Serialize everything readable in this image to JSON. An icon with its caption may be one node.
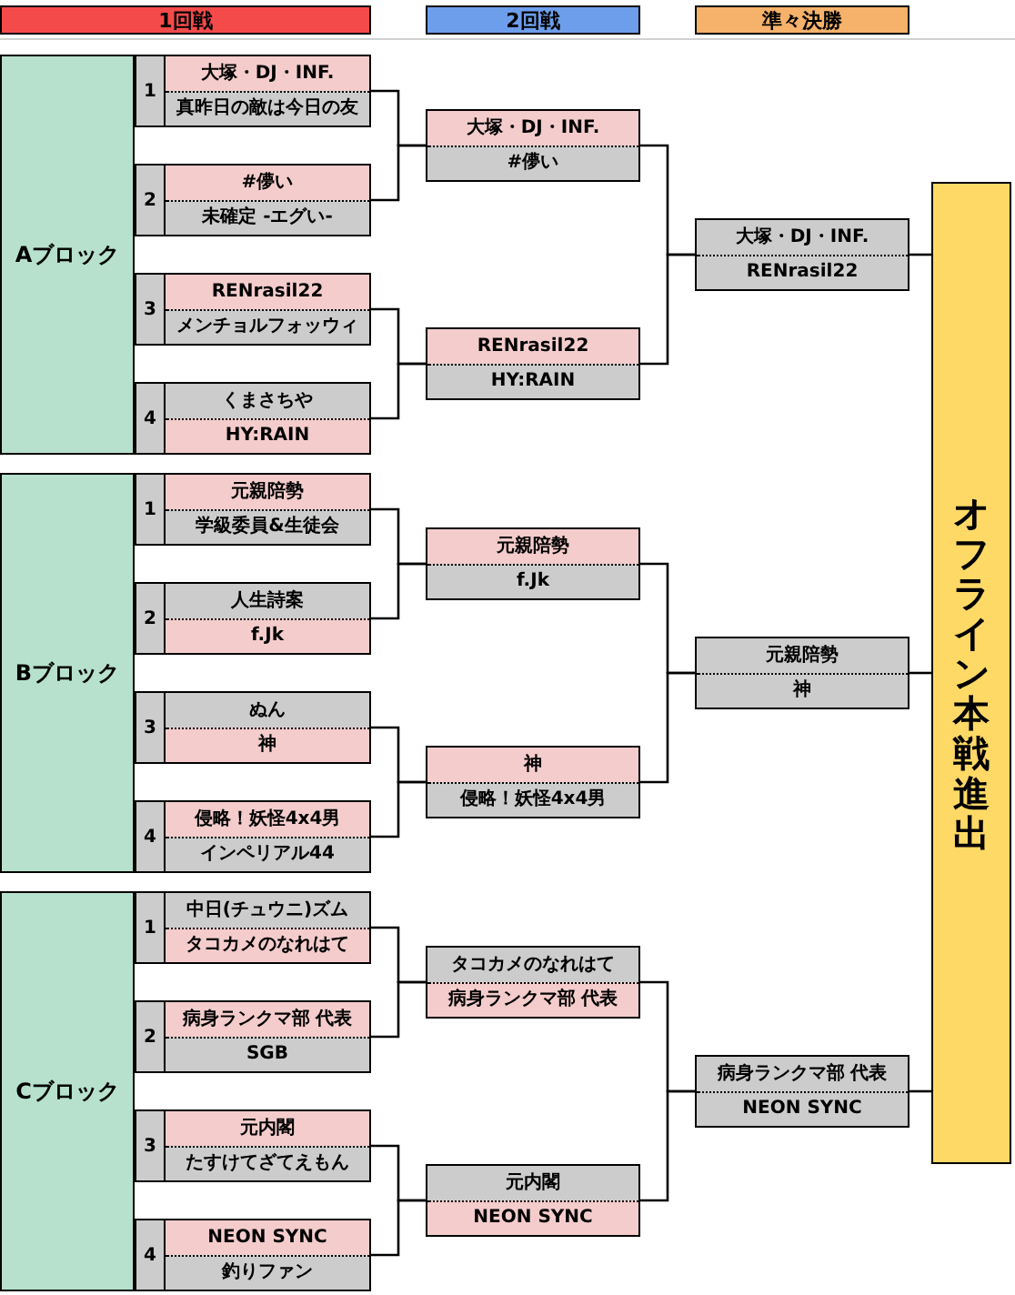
{
  "diagram": {
    "nodes": [
      {
        "text": [
          "1回戦"
        ]
      },
      {
        "text": [
          "2回戦"
        ]
      },
      {
        "text": [
          "準々決勝"
        ]
      },
      {
        "text": [
          "Aブロック"
        ]
      },
      {
        "text": [
          "1"
        ]
      },
      {
        "text": [
          "大塚・DJ・INF."
        ],
        "in": 4
      },
      {
        "text": [
          "真昨日の敵は今日の友"
        ],
        "in": 4
      },
      {
        "text": [
          "2"
        ]
      },
      {
        "text": [
          "#儚い"
        ],
        "in": 7
      },
      {
        "text": [
          "未確定 -エグい-"
        ],
        "in": 7
      },
      {
        "text": [
          "3"
        ]
      },
      {
        "text": [
          "RENrasil22"
        ],
        "in": 10
      },
      {
        "text": [
          "メンチョルフォッウィ"
        ],
        "in": 10
      },
      {
        "text": [
          "4"
        ]
      },
      {
        "text": [
          "くまさちや"
        ],
        "in": 13
      },
      {
        "text": [
          "HY:RAIN"
        ],
        "in": 13
      },
      {
        "text": [],
        "shape": "box"
      },
      {
        "text": [
          "大塚・DJ・INF."
        ],
        "in": 16
      },
      {
        "text": [
          "#儚い"
        ],
        "in": 16
      },
      {
        "text": [],
        "shape": "box"
      },
      {
        "text": [
          "RENrasil22"
        ],
        "in": 19
      },
      {
        "text": [
          "HY:RAIN"
        ],
        "in": 19
      },
      {
        "text": [],
        "shape": "box"
      },
      {
        "text": [
          "大塚・DJ・INF."
        ],
        "in": 22
      },
      {
        "text": [
          "RENrasil22"
        ],
        "in": 22
      },
      {
        "text": [
          "Bブロック"
        ]
      },
      {
        "text": [
          "1"
        ]
      },
      {
        "text": [
          "元親陪勢"
        ],
        "in": 26
      },
      {
        "text": [
          "学級委員&生徒会"
        ],
        "in": 26
      },
      {
        "text": [
          "2"
        ]
      },
      {
        "text": [
          "人生詩案"
        ],
        "in": 29
      },
      {
        "text": [
          "f.Jk"
        ],
        "in": 29
      },
      {
        "text": [
          "3"
        ]
      },
      {
        "text": [
          "ぬん"
        ],
        "in": 32
      },
      {
        "text": [
          "神"
        ],
        "in": 32
      },
      {
        "text": [
          "4"
        ]
      },
      {
        "text": [
          "侵略！妖怪4x4男"
        ],
        "in": 35
      },
      {
        "text": [
          "インペリアル44"
        ],
        "in": 35
      },
      {
        "text": [],
        "shape": "box"
      },
      {
        "text": [
          "元親陪勢"
        ],
        "in": 38
      },
      {
        "text": [
          "f.Jk"
        ],
        "in": 38
      },
      {
        "text": [],
        "shape": "box"
      },
      {
        "text": [
          "神"
        ],
        "in": 41
      },
      {
        "text": [
          "侵略！妖怪4x4男"
        ],
        "in": 41
      },
      {
        "text": [],
        "shape": "box"
      },
      {
        "text": [
          "元親陪勢"
        ],
        "in": 44
      },
      {
        "text": [
          "神"
        ],
        "in": 44
      },
      {
        "text": [
          "Cブロック"
        ]
      },
      {
        "text": [
          "1"
        ]
      },
      {
        "text": [
          "中日(チュウニ)ズム"
        ],
        "in": 48
      },
      {
        "text": [
          "タコカメのなれはて"
        ],
        "in": 48
      },
      {
        "text": [
          "2"
        ]
      },
      {
        "text": [
          "病身ランクマ部 代表"
        ],
        "in": 51
      },
      {
        "text": [
          "SGB"
        ],
        "in": 51
      },
      {
        "text": [
          "3"
        ]
      },
      {
        "text": [
          "元内閣"
        ],
        "in": 54
      },
      {
        "text": [
          "たすけてざてえもん"
        ],
        "in": 54
      },
      {
        "text": [
          "4"
        ]
      },
      {
        "text": [
          "NEON SYNC"
        ],
        "in": 57
      },
      {
        "text": [
          "釣りファン"
        ],
        "in": 57
      },
      {
        "text": [],
        "shape": "box"
      },
      {
        "text": [
          "タコカメのなれはて"
        ],
        "in": 60
      },
      {
        "text": [
          "病身ランクマ部 代表"
        ],
        "in": 60
      },
      {
        "text": [],
        "shape": "box"
      },
      {
        "text": [
          "元内閣"
        ],
        "in": 63
      },
      {
        "text": [
          "NEON SYNC"
        ],
        "in": 63
      },
      {
        "text": [],
        "shape": "box"
      },
      {
        "text": [
          "病身ランクマ部 代表"
        ],
        "in": 66
      },
      {
        "text": [
          "NEON SYNC"
        ],
        "in": 66
      },
      {
        "text": [
          "オフライン本戦進出"
        ]
      }
    ],
    "edges": [
      {
        "from": 4,
        "to": 16,
        "arrow": "none"
      },
      {
        "from": 7,
        "to": 16,
        "arrow": "none"
      },
      {
        "from": 10,
        "to": 19,
        "arrow": "none"
      },
      {
        "from": 13,
        "to": 19,
        "arrow": "none"
      },
      {
        "from": 16,
        "to": 22,
        "arrow": "none"
      },
      {
        "from": 19,
        "to": 22,
        "arrow": "none"
      },
      {
        "from": 22,
        "to": 69,
        "arrow": "none"
      },
      {
        "from": 26,
        "to": 38,
        "arrow": "none"
      },
      {
        "from": 29,
        "to": 38,
        "arrow": "none"
      },
      {
        "from": 32,
        "to": 41,
        "arrow": "none"
      },
      {
        "from": 35,
        "to": 41,
        "arrow": "none"
      },
      {
        "from": 38,
        "to": 44,
        "arrow": "none"
      },
      {
        "from": 41,
        "to": 44,
        "arrow": "none"
      },
      {
        "from": 44,
        "to": 69,
        "arrow": "none"
      },
      {
        "from": 48,
        "to": 60,
        "arrow": "none"
      },
      {
        "from": 51,
        "to": 60,
        "arrow": "none"
      },
      {
        "from": 54,
        "to": 63,
        "arrow": "none"
      },
      {
        "from": 57,
        "to": 63,
        "arrow": "none"
      },
      {
        "from": 60,
        "to": 66,
        "arrow": "none"
      },
      {
        "from": 63,
        "to": 66,
        "arrow": "none"
      },
      {
        "from": 66,
        "to": 69,
        "arrow": "none"
      }
    ]
  }
}
